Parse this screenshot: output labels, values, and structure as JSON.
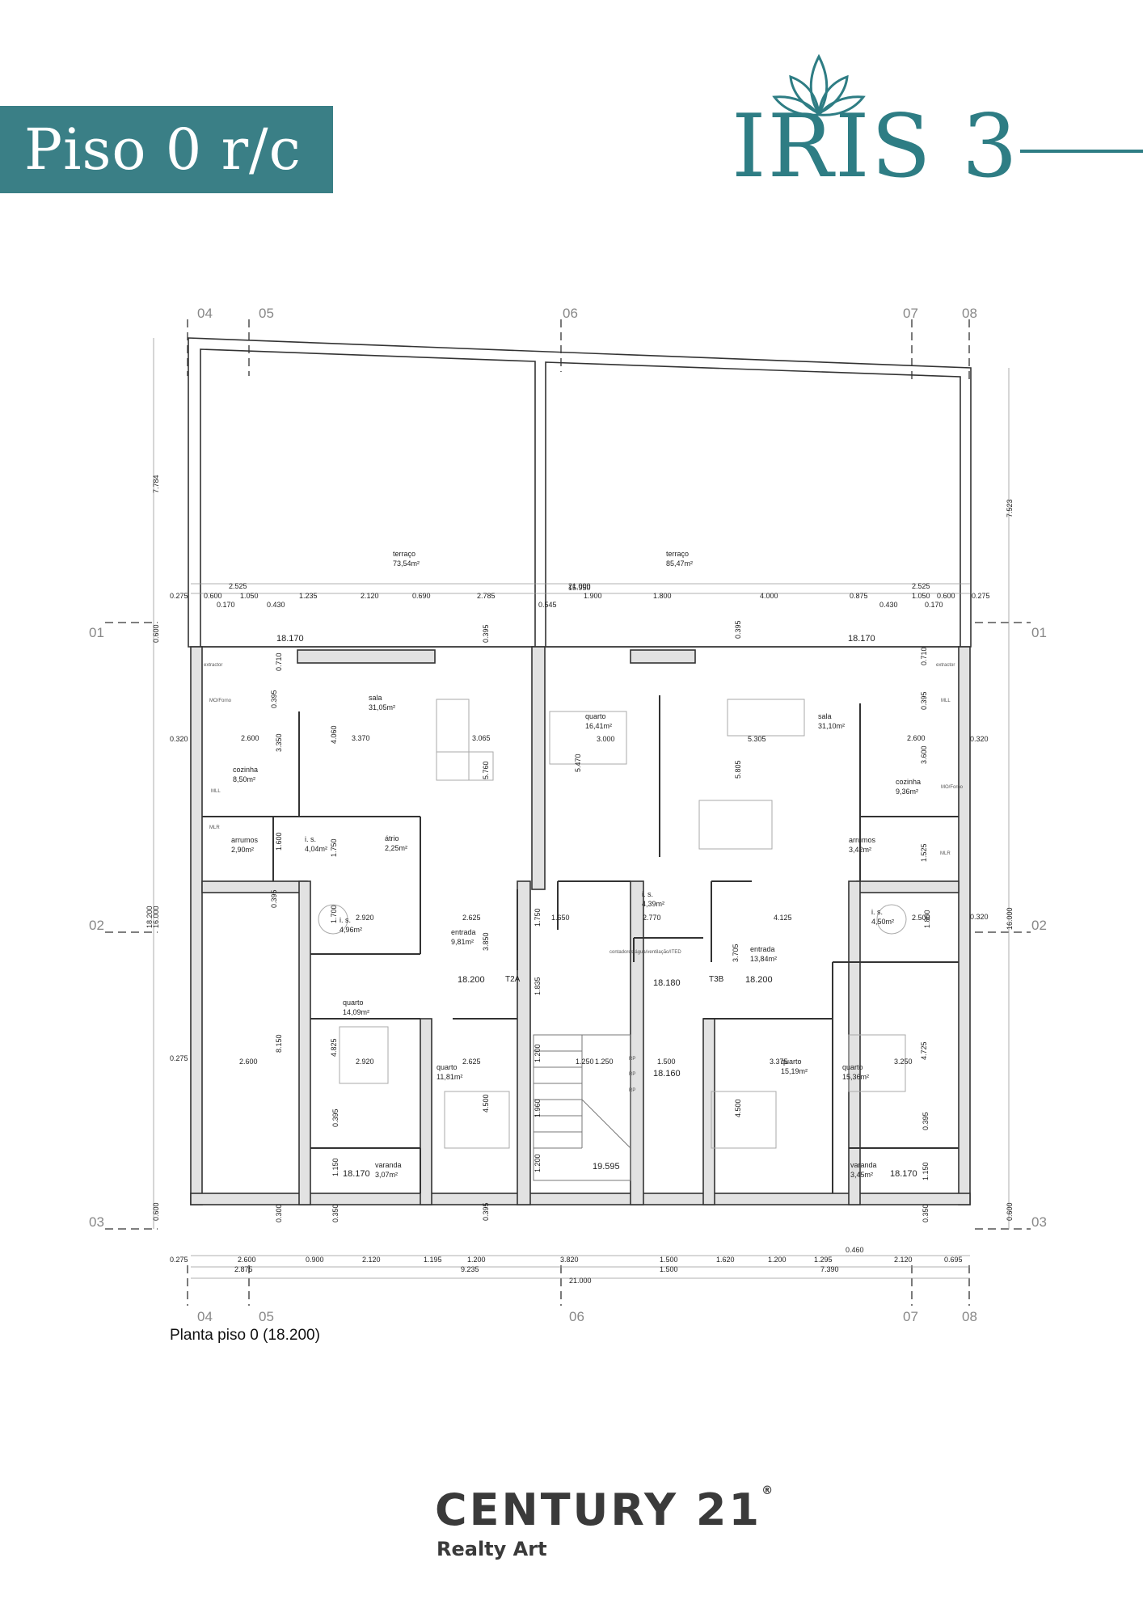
{
  "header": {
    "floor_title": "Piso 0 r/c",
    "brand": "IRIS 3"
  },
  "plan": {
    "caption": "Planta piso 0 (18.200)",
    "grid_top": [
      "04",
      "05",
      "06",
      "07",
      "08"
    ],
    "grid_bottom": [
      "04",
      "05",
      "06",
      "07",
      "08"
    ],
    "grid_left": [
      "01",
      "02",
      "03"
    ],
    "grid_right": [
      "01",
      "02",
      "03"
    ],
    "units": [
      "T2A",
      "T3B"
    ],
    "rooms": [
      {
        "name": "terraço",
        "area": "73,54m²"
      },
      {
        "name": "terraço",
        "area": "85,47m²"
      },
      {
        "name": "sala",
        "area": "31,05m²"
      },
      {
        "name": "cozinha",
        "area": "8,50m²"
      },
      {
        "name": "arrumos",
        "area": "2,90m²"
      },
      {
        "name": "i. s.",
        "area": "4,04m²"
      },
      {
        "name": "átrio",
        "area": "2,25m²"
      },
      {
        "name": "i. s.",
        "area": "4,96m²"
      },
      {
        "name": "entrada",
        "area": "9,81m²"
      },
      {
        "name": "quarto",
        "area": "14,09m²"
      },
      {
        "name": "quarto",
        "area": "11,81m²"
      },
      {
        "name": "varanda",
        "area": "3,07m²"
      },
      {
        "name": "quarto",
        "area": "16,41m²"
      },
      {
        "name": "i. s.",
        "area": "4,39m²"
      },
      {
        "name": "sala",
        "area": "31,10m²"
      },
      {
        "name": "cozinha",
        "area": "9,36m²"
      },
      {
        "name": "arrumos",
        "area": "3,42m²"
      },
      {
        "name": "i. s.",
        "area": "4,50m²"
      },
      {
        "name": "entrada",
        "area": "13,84m²"
      },
      {
        "name": "quarto",
        "area": "15,19m²"
      },
      {
        "name": "quarto",
        "area": "15,36m²"
      },
      {
        "name": "varanda",
        "area": "3,45m²"
      }
    ],
    "levels": [
      "18.170",
      "18.170",
      "18.200",
      "18.180",
      "18.200",
      "18.160",
      "19.595",
      "18.170",
      "18.170"
    ],
    "top_dims_row1": [
      "2.525",
      "21.000",
      "2.525"
    ],
    "top_dims_row2": [
      "15.950"
    ],
    "top_dims_row3": [
      "0.275",
      "0.600",
      "1.050",
      "1.235",
      "2.120",
      "0.690",
      "2.785",
      "1.900",
      "1.800",
      "4.000",
      "0.875",
      "1.050",
      "0.600",
      "0.275"
    ],
    "top_dims_row4": [
      "0.170",
      "0.430",
      "0.545",
      "0.430",
      "0.170"
    ],
    "bottom_dims_row1": [
      "0.275",
      "2.600",
      "0.900",
      "2.120",
      "1.195",
      "1.200",
      "3.820",
      "1.500",
      "1.620",
      "1.200",
      "1.295",
      "2.120",
      "0.695"
    ],
    "bottom_dims_row2": [
      "2.875",
      "9.235",
      "1.500",
      "7.390"
    ],
    "bottom_dims_extra": [
      "0.460"
    ],
    "bottom_dims_total": "21.000",
    "left_dims": [
      "7.784",
      "0.600",
      "0.320",
      "18.200",
      "16.000",
      "0.275",
      "0.600"
    ],
    "right_dims": [
      "7.523",
      "0.320",
      "16.000",
      "0.320",
      "0.600"
    ],
    "inner_dims": [
      "0.710",
      "0.395",
      "2.600",
      "3.350",
      "4.060",
      "3.370",
      "3.065",
      "5.760",
      "1.600",
      "1.750",
      "0.395",
      "1.700",
      "2.920",
      "2.625",
      "3.850",
      "1.750",
      "1.650",
      "2.770",
      "4.125",
      "8.150",
      "2.600",
      "4.825",
      "2.920",
      "2.625",
      "4.500",
      "0.395",
      "1.150",
      "0.350",
      "0.300",
      "1.835",
      "1.200",
      "1.250",
      "1.250",
      "1.500",
      "1.960",
      "1.200",
      "0.395",
      "3.000",
      "5.470",
      "5.805",
      "5.305",
      "2.600",
      "3.600",
      "0.395",
      "0.710",
      "1.525",
      "3.705",
      "2.500",
      "1.800",
      "3.375",
      "4.500",
      "3.250",
      "4.725",
      "0.395",
      "1.150",
      "0.350",
      "0.395",
      "0.395"
    ],
    "fixture_labels": [
      "MLR",
      "MLL",
      "MLR",
      "MLL",
      "MO/Forno",
      "MO/Forno",
      "extractor",
      "extractor",
      "RP",
      "RP",
      "RP",
      "contadores água/ventilação/ITED"
    ]
  },
  "footer": {
    "brand": "CENTURY 21",
    "sub": "Realty Art",
    "reg": "®"
  }
}
